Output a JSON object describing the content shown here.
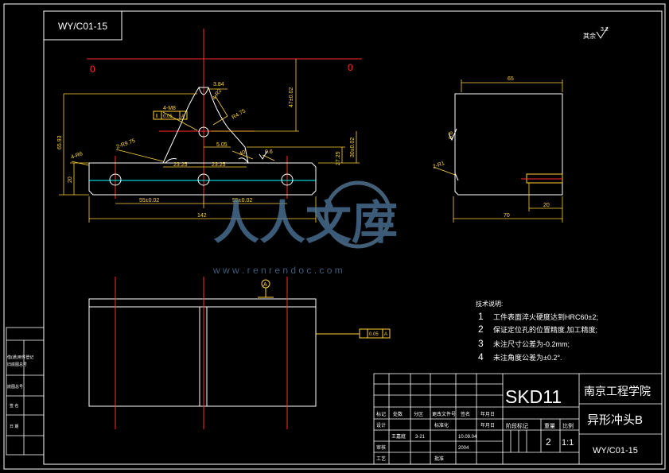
{
  "drawing": {
    "code_box": "WY/C01-15",
    "surface_finish": {
      "label": "其余",
      "value": "3.2"
    },
    "labels": {
      "zero_left": "0",
      "zero_right": "0",
      "datum_letter": "A"
    },
    "dims_front": {
      "d384": "3.84",
      "d4r2": "4-R2",
      "d4m8": "4-M8",
      "d4702": "47±0.02",
      "r475": "R4.75",
      "d65_93": "65.93",
      "d2r975": "2-R9.75",
      "d505": "5.05",
      "d40": "40°",
      "d06": "0.6",
      "d4r6": "4-R6",
      "d2725": "27.25",
      "d30": "30±0.02",
      "d2325a": "23.25",
      "d2325b": "23.25",
      "d20": "20",
      "d55a": "55±0.02",
      "d55b": "55±0.02",
      "d142": "142",
      "tol_parallel": "0.05",
      "tol_datum": "A"
    },
    "dims_side": {
      "d65": "65",
      "d06": "0.6",
      "d2r1": "2-R1",
      "d20": "20",
      "d70": "70"
    },
    "dims_top": {
      "tol_value": "0.05",
      "tol_datum": "A"
    }
  },
  "notes": {
    "heading": "技术说明:",
    "items": [
      {
        "num": "1",
        "text": "工件表面淬火硬度达到HRC60±2;"
      },
      {
        "num": "2",
        "text": "保证定位孔的位置精度,加工精度;"
      },
      {
        "num": "3",
        "text": "未注尺寸公差为-0.2mm;"
      },
      {
        "num": "4",
        "text": "未注角度公差为±0.2°."
      }
    ]
  },
  "title_block": {
    "material": "SKD11",
    "school": "南京工程学院",
    "part_name": "异形冲头B",
    "drawing_no": "WY/C01-15",
    "header_row": [
      "标记",
      "处数",
      "分区",
      "更改文件号",
      "签名",
      "年月日"
    ],
    "row_design": [
      "设计",
      "王嘉庭",
      "3-21",
      "标准化",
      "10.09.04",
      "",
      "年月日"
    ],
    "row_check": [
      "审核",
      "",
      "",
      "",
      "工艺",
      "",
      "批准"
    ],
    "grade": "阶段标记",
    "weight": "重量",
    "scale": "比例",
    "quantity": "2",
    "ratio": "1:1",
    "date_extra": "2004"
  },
  "left_table": {
    "rows": [
      "借(通)用件登记",
      "旧底图总号",
      "底图总号",
      "签 名",
      "日 期"
    ]
  },
  "watermark": {
    "brand": "人人文库",
    "url": "w w w . r e n r e n d o c . c o m"
  }
}
